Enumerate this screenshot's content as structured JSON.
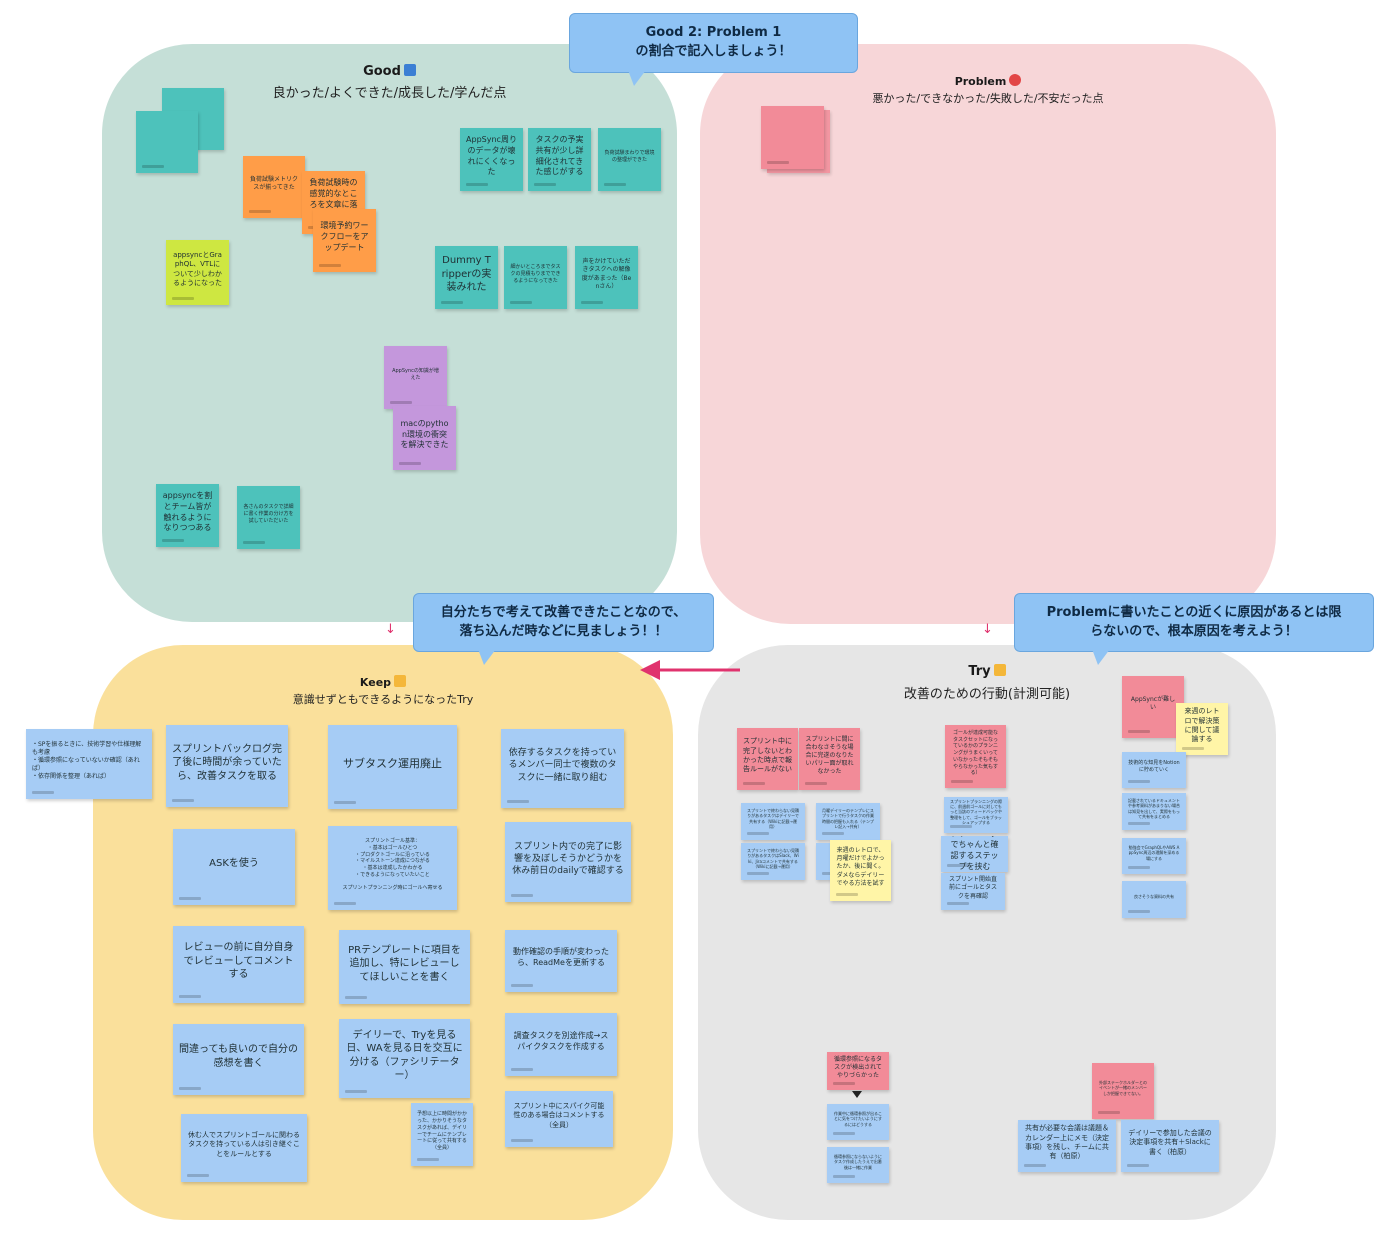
{
  "callouts": {
    "top": "Good 2: Problem 1\nの割合で記入しましょう！",
    "keep": "自分たちで考えて改善できたことなので、\n落ち込んだ時などに見ましょう！！",
    "try": "Problemに書いたことの近くに原因があるとは限\nらないので、根本原因を考えよう！"
  },
  "colors": {
    "good_bg": "#c5dfd7",
    "problem_bg": "#f7d6d8",
    "keep_bg": "#fae09b",
    "try_bg": "#e6e6e6",
    "callout": "#8fc3f4",
    "arrow": "#e0336e"
  },
  "good": {
    "title": "Good",
    "title_icon": "fast-forward-icon",
    "subtitle": "良かった/よくできた/成長した/学んだ点",
    "notes": [
      "",
      "",
      "負荷試験メトリクスが揃ってきた",
      "負荷試験時の感覚的なところを文章に落とし込",
      "環境予約ワークフローをアップデート",
      "appsyncとGraphQL、VTLについて少しわかるようになった",
      "AppSync周りのデータが壊れにくくなった",
      "タスクの予実共有が少し詳細化されてきた感じがする",
      "負荷試験まわりで環境の整理ができた",
      "Dummy Tripperの実装みれた",
      "細かいところまでタスクの見積もりまでできるようになってきた",
      "声をかけていただきタスクへの解像度があまった（Benさん）",
      "AppSyncの知識が増えた",
      "macのpython環境の衝突を解決できた",
      "appsyncを割とチーム皆が触れるようになりつつある",
      "各さんのタスクで詳細に書く作業の分け方を試していただいた"
    ]
  },
  "problem": {
    "title": "Problem",
    "title_icon": "no-entry-icon",
    "subtitle": "悪かった/できなかった/失敗した/不安だった点",
    "notes": [
      ""
    ]
  },
  "keep": {
    "title": "Keep",
    "title_icon": "thumbs-up-icon",
    "subtitle": "意識せずともできるようになったTry",
    "notes": [
      "・SPを振るときに、技術学習や仕様理解も考慮\n・循環参照になっていないか確認（あれば）\n・依存関係を整理（あれば）",
      "スプリントバックログ完了後に時間が余っていたら、改善タスクを取る",
      "サブタスク運用廃止",
      "依存するタスクを持っているメンバー同士で複数のタスクに一緒に取り組む",
      "ASKを使う",
      "スプリントゴール基準：\n・基本はゴールひとつ\n・プロダクトゴールに沿っている\n・マイルストーン達成につながる\n・基本は達成したかわかる\n・できるようになっていたいこと\n\nスプリントプランニング時にゴールへ寄せる",
      "スプリント内での完了に影響を及ぼしそうかどうかを休み前日のdailyで確認する",
      "レビューの前に自分自身でレビューしてコメントする",
      "PRテンプレートに項目を追加し、特にレビューしてほしいことを書く",
      "動作確認の手順が変わったら、ReadMeを更新する",
      "間違っても良いので自分の感想を書く",
      "デイリーで、Tryを見る日、WAを見る日を交互に分ける（ファシリテーター）",
      "調査タスクを別途作成→スパイクタスクを作成する",
      "休む人でスプリントゴールに関わるタスクを持っている人は引き継ぐことをルールとする",
      "予想以上に時間がかかった、かかりそうなタスクがあれば、デイリーでチームにテンプレートに従って共有する（全員）",
      "スプリント中にスパイク可能性のある場合はコメントする（全員）"
    ]
  },
  "try": {
    "title": "Try",
    "title_icon": "raised-fist-icon",
    "subtitle": "改善のための行動(計測可能)",
    "notes": [
      "スプリント中に完了しないとわかった時点で報告ルールがない",
      "スプリントに間に合わなさそうな場合に完遂のなりたいパリー面が取れなかった",
      "スプリントで終わらない見積りがあるタスクはデイリーで共有する（Wikiに記載→運用）",
      "月曜デイリーのテンプレにスプリントで行うタスクの作業時間の把握も入れる（テンプレ記入→共有）",
      "スプリントで終わらない見積りがあるタスクはSlack、Wiki、Jiraコメントで共有する（Wikiに記載→運用）",
      "",
      "来週のレトロで、月曜だけでよかったか、後に聞く。ダメならデイリーでやる方法を試す",
      "ゴールが達成可能なタスクセットになっているかのプランニングがうまくいっていなかったそもそもやらなかった気もする）",
      "スプリントプランニングの際に、前週前ゴールに対してもっと当該のフィードバックや整理をして、ゴールをブラッシュアップする",
      "プランニングでちゃんと確認するステップを挟む",
      "スプリント開始直前にゴールとタスクを再確認",
      "AppSyncが難しい",
      "来週のレトロで解決策に関して議論する",
      "技術的な知見をNotionに貯めていく",
      "記載されているドキュメントや参考資料があまりない場合は知見を出して、実際をもって共有をまとめる",
      "勉強会でGraphQLやAWS AppSync周辺の理解を深める場にする",
      "良さそうな資料の共有",
      "循環参照になるタスクが検出されてやりづらかった",
      "作業中に循環参照が出ることに気をつけたいようにするにはどうする",
      "循環参照にならないようにタスク作成したうえで出番後は一緒に作業",
      "外部ステークホルダーとのイベントが一緒のメンバーしか把握できてない。",
      "共有が必要な会議は議題＆カレンダー上にメモ（決定事項）を残し、チームに共有（柏原）",
      "デイリーで参加した会議の決定事項を共有＋Slackに書く（柏原）"
    ]
  }
}
